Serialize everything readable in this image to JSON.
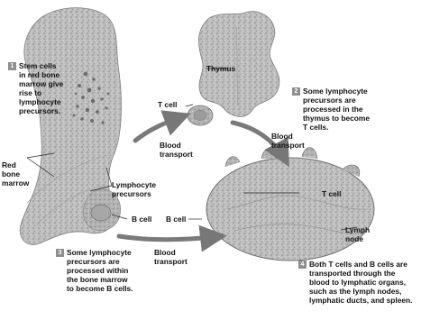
{
  "labels": {
    "thymus": "Thymus",
    "t_cell_top": "T cell",
    "blood_transport_1": "Blood\ntransport",
    "blood_transport_2": "Blood\ntransport",
    "blood_transport_3": "Blood\ntransport",
    "red_bone_marrow": "Red\nbone\nmarrow",
    "lymphocyte_precursors": "Lymphocyte\nprecursors",
    "b_cell_bone": "B cell",
    "b_cell_node": "B cell",
    "t_cell_node": "T cell",
    "lymph_node": "Lymph\nnode"
  },
  "steps": [
    {
      "number": "1",
      "text": "Stem cells\nin red bone\nmarrow give\nrise to\nlymphocyte\nprecursors."
    },
    {
      "number": "2",
      "text": "Some lymphocyte\nprecursors are\nprocessed in the\nthymus to become\nT cells."
    },
    {
      "number": "3",
      "text": "Some lymphocyte\nprecursors are\nprocessed within\nthe bone marrow\nto become B cells."
    },
    {
      "number": "4",
      "text": "Both T cells and B cells are\ntransported through the\nblood to lymphatic organs,\nsuch as the lymph nodes,\nlymphatic ducts, and spleen."
    }
  ],
  "colors": {
    "tissue": "#b9b9b9",
    "tissue_dark": "#8f8f8f",
    "arrow": "#7a7a7a",
    "badge": "#8e8e8e"
  }
}
